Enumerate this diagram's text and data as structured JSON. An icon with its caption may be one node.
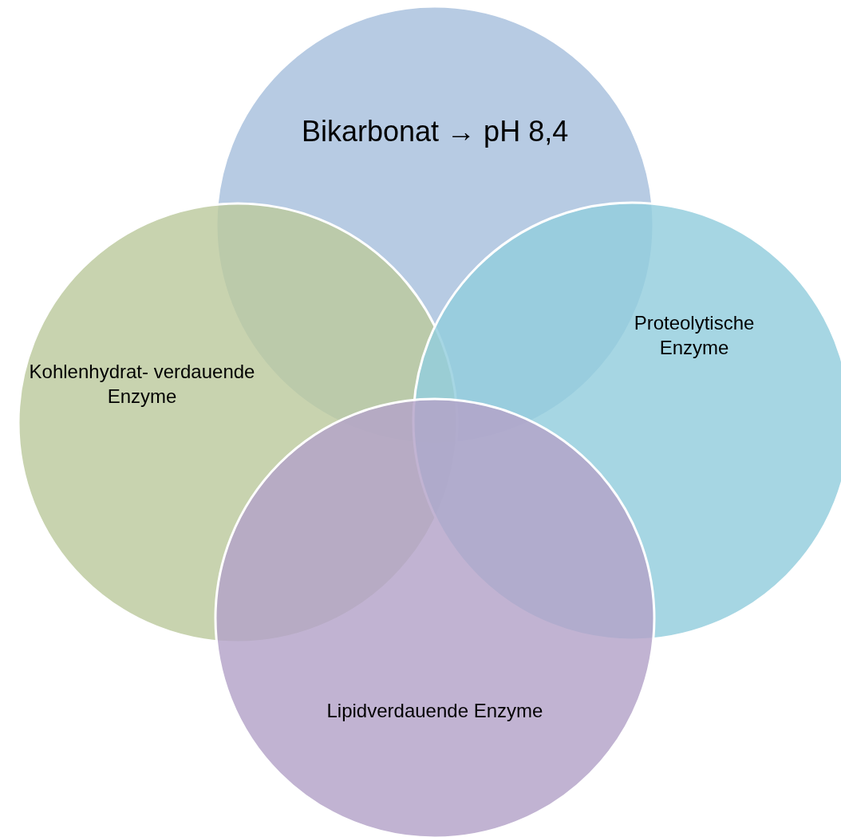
{
  "diagram": {
    "nodes": [
      {
        "text": [
          "Bikarbonat → pH 8,4"
        ]
      },
      {
        "text": [
          "Kohlenhydrat- verdauende Enzyme"
        ]
      },
      {
        "text": [
          "Proteolytische Enzyme"
        ]
      },
      {
        "text": [
          "Lipidverdauende Enzyme"
        ]
      }
    ]
  }
}
